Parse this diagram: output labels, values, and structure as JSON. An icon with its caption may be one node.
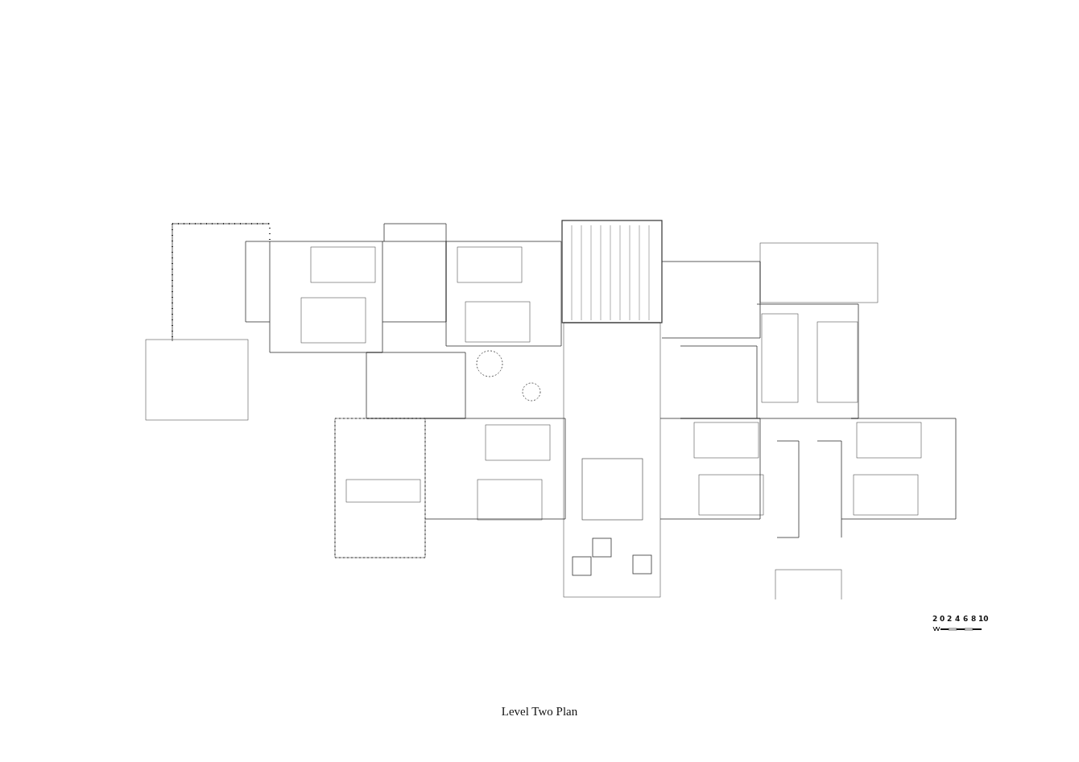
{
  "diagram": {
    "caption": "Level Two Plan",
    "labels": [
      "2",
      "0",
      "2",
      "4",
      "6",
      "8",
      "10"
    ]
  }
}
